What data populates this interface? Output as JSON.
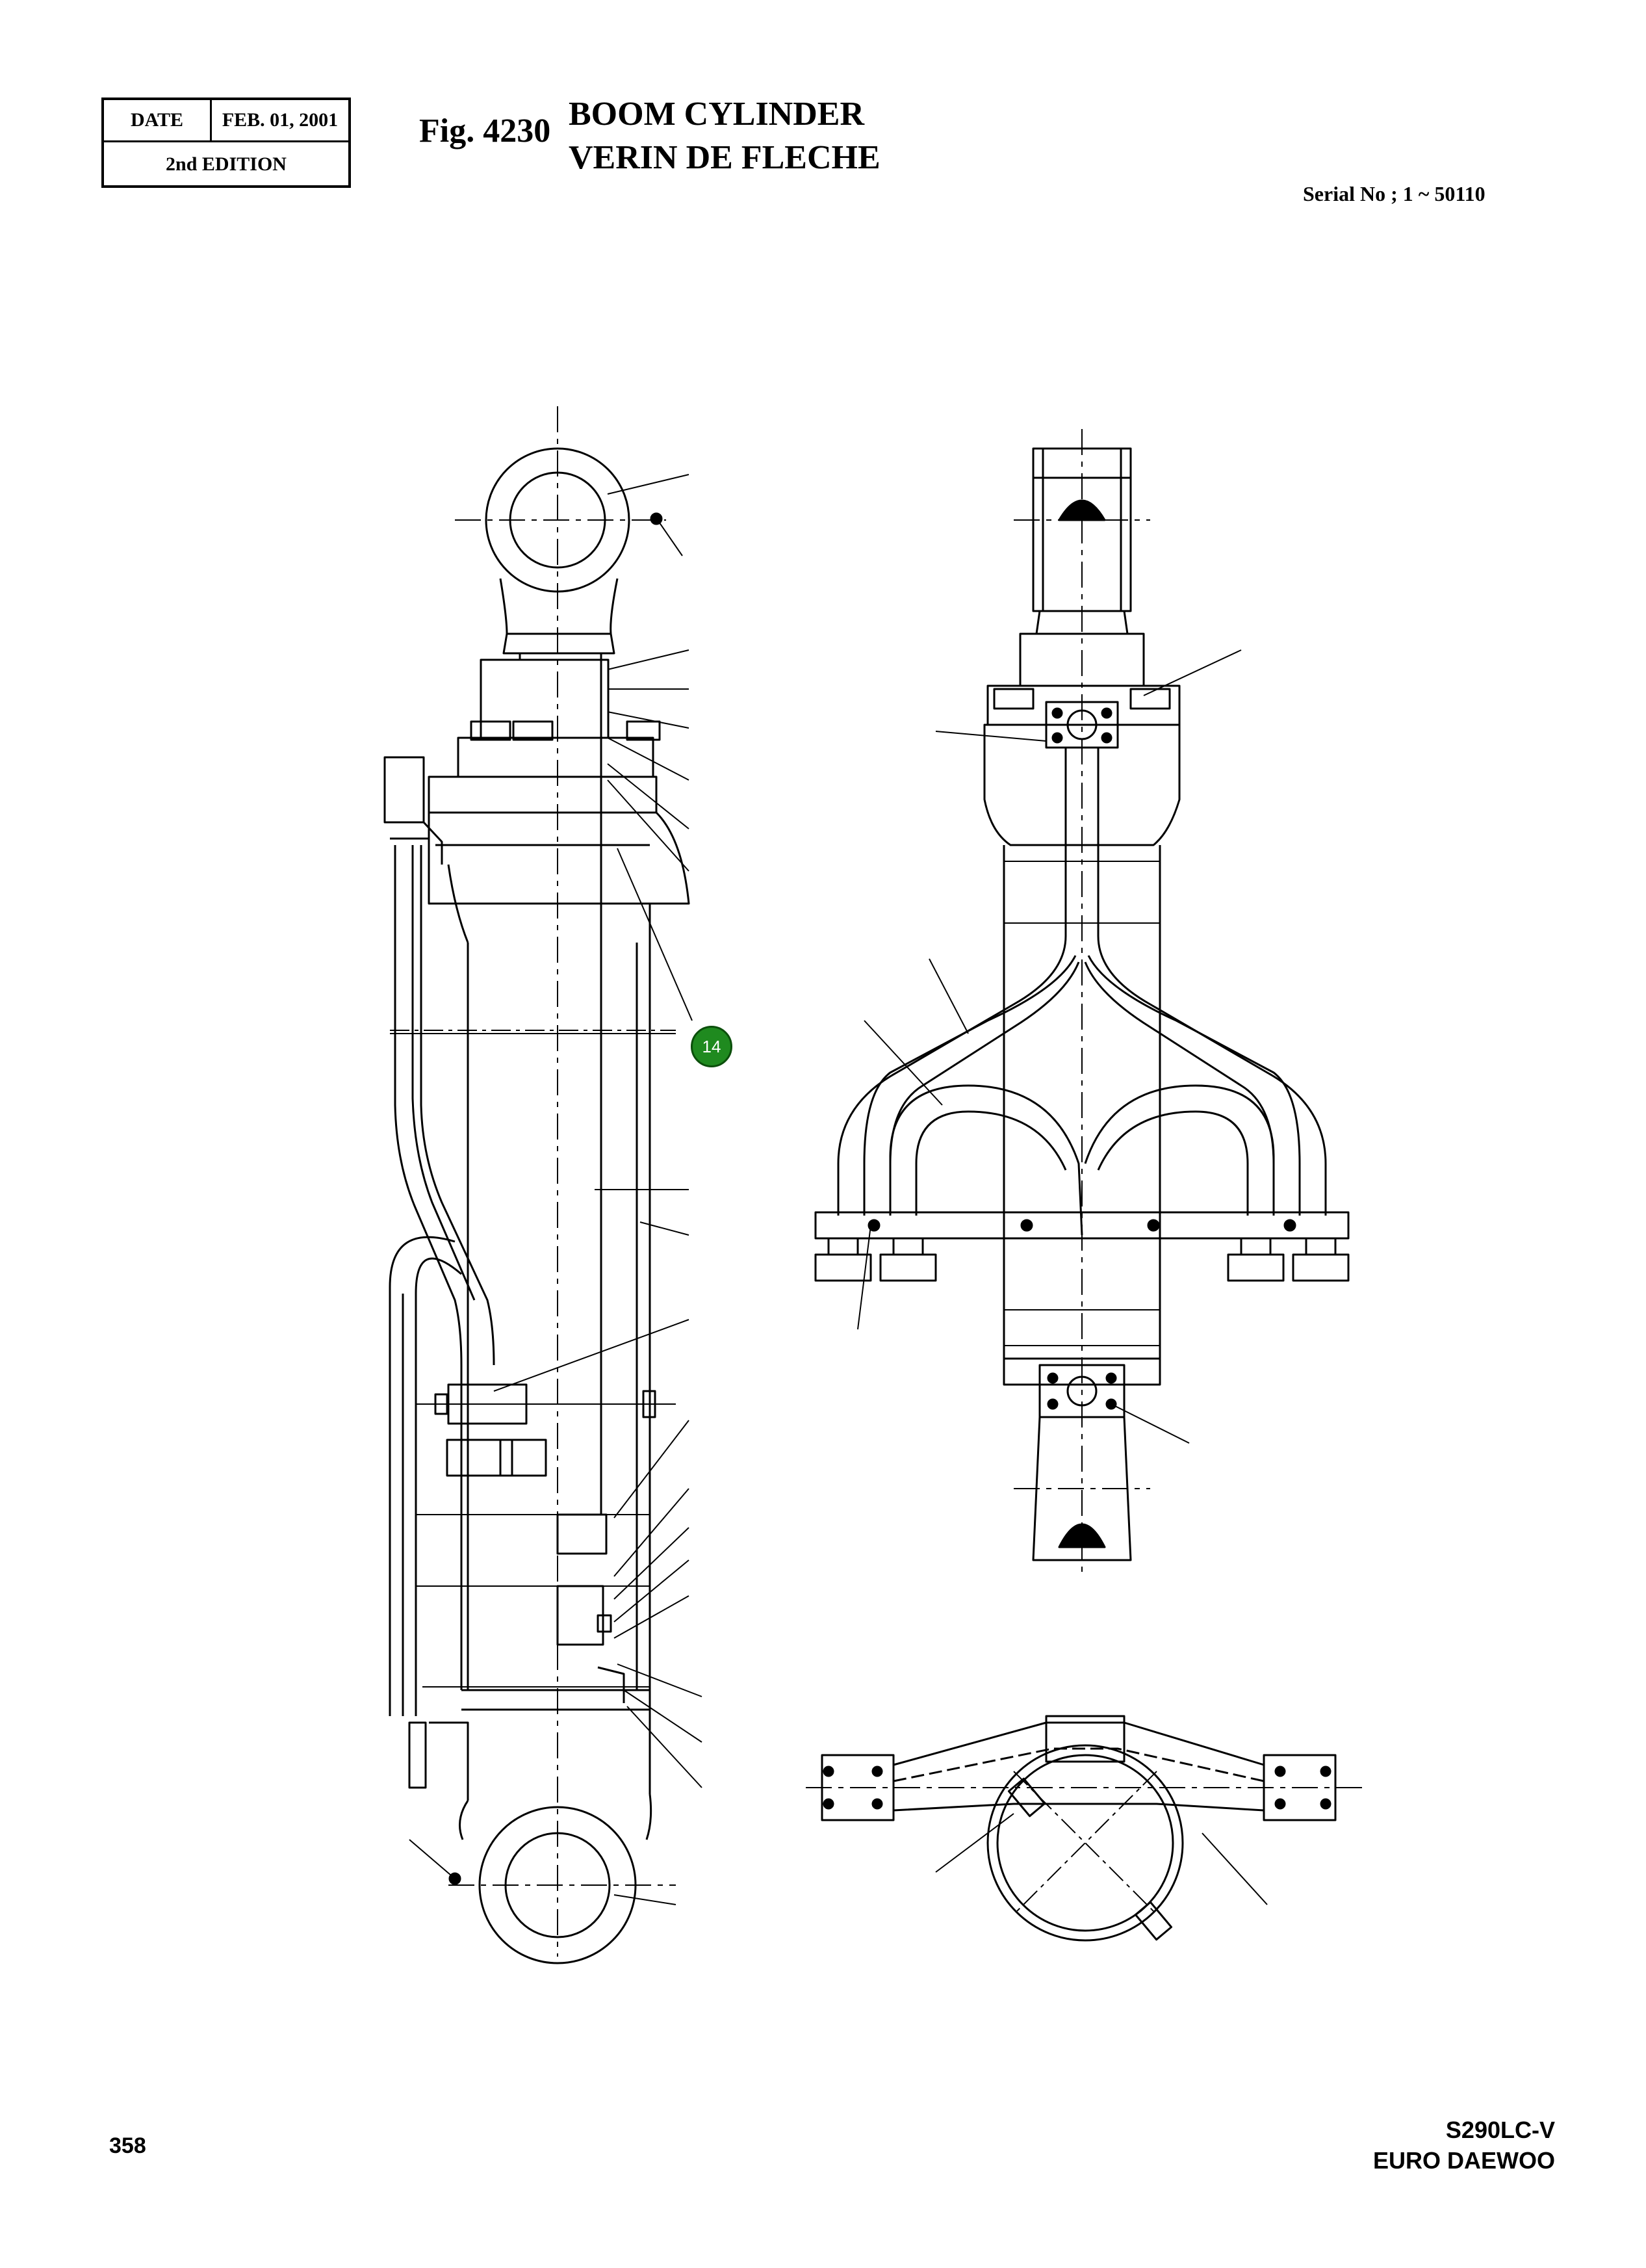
{
  "header": {
    "date_label": "DATE",
    "date_value": "FEB. 01, 2001",
    "edition": "2nd EDITION",
    "fig_number": "Fig. 4230",
    "title_en": "BOOM CYLINDER",
    "title_fr": "VERIN DE FLECHE",
    "serial": "Serial No ; 1 ~ 50110"
  },
  "callouts": [
    {
      "label": "14",
      "color": "#1f8a1f"
    }
  ],
  "footer": {
    "page_number": "358",
    "model": "S290LC-V",
    "brand": "EURO DAEWOO"
  }
}
